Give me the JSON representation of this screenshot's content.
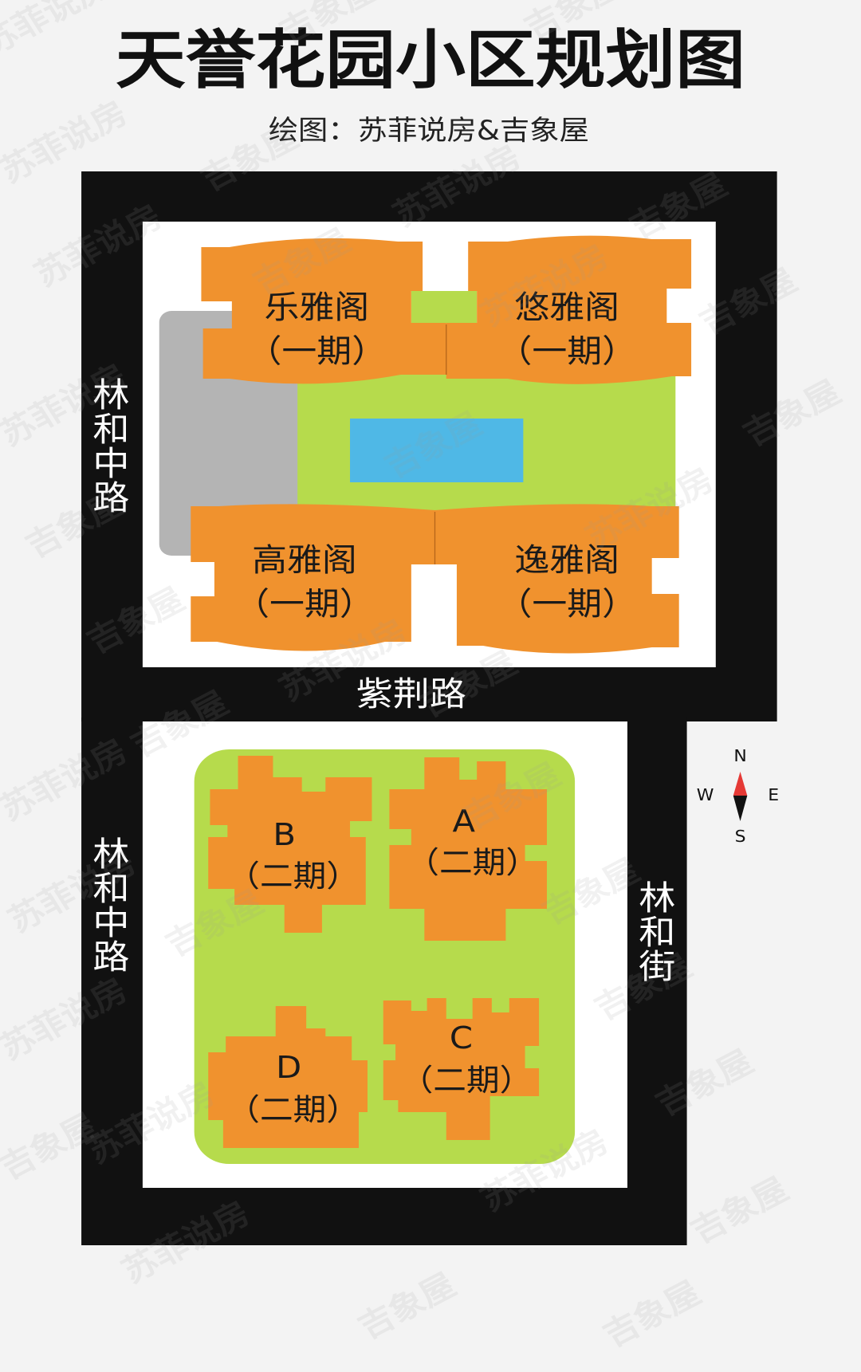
{
  "title": "天誉花园小区规划图",
  "subtitle": "绘图：苏菲说房&吉象屋",
  "roads": {
    "lin_he_zhong_lu_north": "林和中路",
    "lin_he_zhong_lu_south": "林和中路",
    "zi_jing_lu": "紫荆路",
    "lin_he_jie": "林和街"
  },
  "phase_one": [
    {
      "name": "乐雅阁",
      "phase": "（一期）"
    },
    {
      "name": "悠雅阁",
      "phase": "（一期）"
    },
    {
      "name": "高雅阁",
      "phase": "（一期）"
    },
    {
      "name": "逸雅阁",
      "phase": "（一期）"
    }
  ],
  "phase_two": [
    {
      "name": "B",
      "phase": "（二期）"
    },
    {
      "name": "A",
      "phase": "（二期）"
    },
    {
      "name": "D",
      "phase": "（二期）"
    },
    {
      "name": "C",
      "phase": "（二期）"
    }
  ],
  "compass": {
    "north": "N",
    "south": "S",
    "east": "E",
    "west": "W"
  },
  "watermarks": [
    "苏菲说房",
    "吉象屋"
  ],
  "colors": {
    "background": "#f3f3f3",
    "road": "#111111",
    "site": "#ffffff",
    "building": "#f0922e",
    "greenery": "#b6db4c",
    "pool": "#4fb8e6",
    "parking": "#b4b4b4",
    "compass_north": "#e53935",
    "compass_south": "#111111"
  }
}
